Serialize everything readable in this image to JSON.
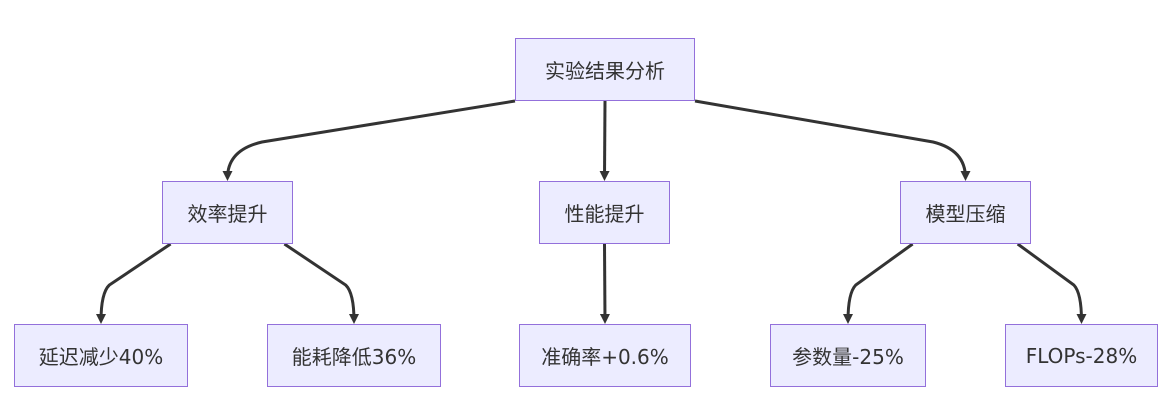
{
  "diagram": {
    "nodes": {
      "root": "实验结果分析",
      "efficiency": "效率提升",
      "performance": "性能提升",
      "compression": "模型压缩",
      "latency": "延迟减少40%",
      "energy": "能耗降低36%",
      "accuracy": "准确率+0.6%",
      "params": "参数量-25%",
      "flops": "FLOPs-28%"
    },
    "edges": [
      [
        "root",
        "efficiency"
      ],
      [
        "root",
        "performance"
      ],
      [
        "root",
        "compression"
      ],
      [
        "efficiency",
        "latency"
      ],
      [
        "efficiency",
        "energy"
      ],
      [
        "performance",
        "accuracy"
      ],
      [
        "compression",
        "params"
      ],
      [
        "compression",
        "flops"
      ]
    ],
    "colors": {
      "node_fill": "#ececff",
      "node_border": "#9370db",
      "edge": "#333333",
      "text": "#333333"
    }
  }
}
